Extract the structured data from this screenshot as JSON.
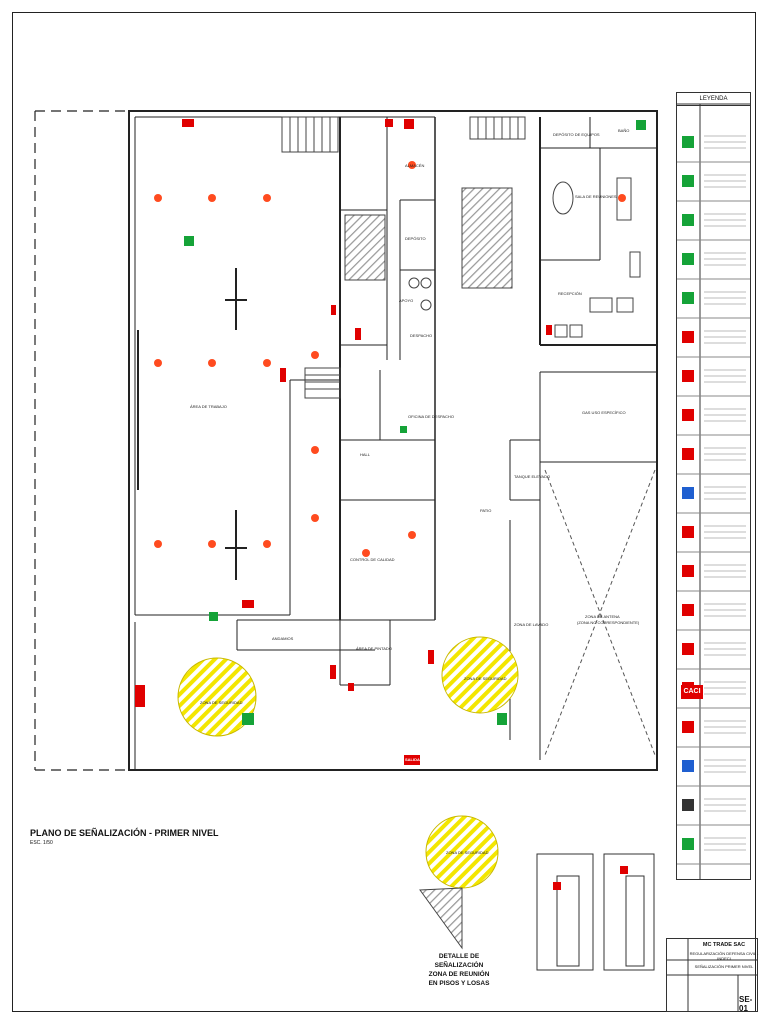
{
  "title": "PLANO DE SEÑALIZACIÓN - PRIMER NIVEL",
  "scale": "ESC. 1/50",
  "detail_title": [
    "DETALLE DE SEÑALIZACIÓN",
    "ZONA DE REUNIÓN",
    "EN PISOS Y LOSAS"
  ],
  "legend_title": "LEYENDA",
  "title_block": {
    "company": "MC TRADE SAC",
    "line2": "REGULARIZACIÓN DEFENSA CIVIL - INDECI",
    "line3": "SEÑALIZACIÓN PRIMER NIVEL",
    "sheet_code": "SE-01"
  },
  "rooms": {
    "area_trabajo": "ÁREA DE TRABAJO",
    "almacen": "ALMACÉN",
    "deposito": "DEPÓSITO",
    "apoyo": "APOYO",
    "despacho": "DESPACHO",
    "oficina_despacho": "OFICINA DE DESPACHO",
    "hall": "HALL",
    "control_calidad": "CONTROL DE CALIDAD",
    "patio": "PATIO",
    "tanque": "TANQUE ELEVADO",
    "zona_lavado": "ZONA DE LAVADO",
    "area_pintado": "ÁREA DE PINTADO",
    "andamios": "ANDAMIOS",
    "zona_antena": "ZONA DE ANTENA",
    "zona_antena_sub": "(ZONA NO CORRESPONDIENTE)",
    "deposito_equipos": "DEPÓSITO DE EQUIPOS",
    "bano": "BAÑO",
    "sala_reuniones": "SALA DE REUNIONES",
    "recepcion": "RECEPCIÓN",
    "gas": "GAS USO ESPECÍFICO",
    "zona_seguridad": "ZONA DE SEGURIDAD",
    "salida": "SALIDA"
  },
  "caci": "CACI"
}
